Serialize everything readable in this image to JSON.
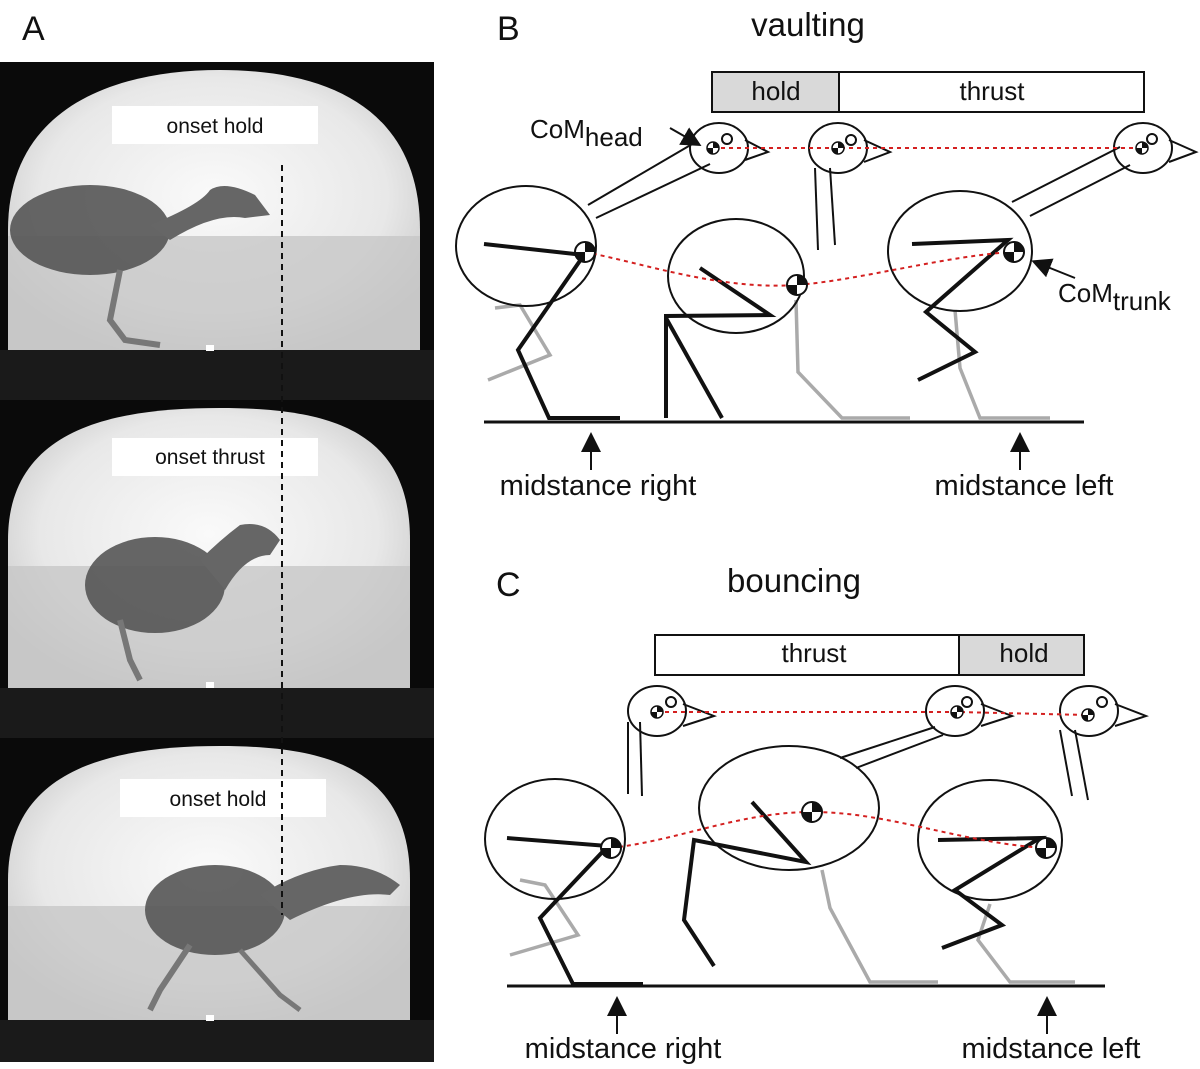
{
  "panels": {
    "a": {
      "letter": "A",
      "frames": [
        {
          "label": "onset hold"
        },
        {
          "label": "onset thrust"
        },
        {
          "label": "onset hold"
        }
      ]
    },
    "b": {
      "letter": "B",
      "title": "vaulting",
      "phases": [
        {
          "label": "hold",
          "shaded": true
        },
        {
          "label": "thrust",
          "shaded": false
        }
      ],
      "com_head_label": "CoM",
      "com_head_sub": "head",
      "com_trunk_label": "CoM",
      "com_trunk_sub": "trunk",
      "midstance_right": "midstance right",
      "midstance_left": "midstance left"
    },
    "c": {
      "letter": "C",
      "title": "bouncing",
      "phases": [
        {
          "label": "thrust",
          "shaded": false
        },
        {
          "label": "hold",
          "shaded": true
        }
      ],
      "midstance_right": "midstance right",
      "midstance_left": "midstance left"
    }
  },
  "colors": {
    "shaded_phase": "#d9d9d9",
    "com_trajectory": "#d42020",
    "front_leg": "#111111",
    "back_leg": "#aaaaaa"
  }
}
